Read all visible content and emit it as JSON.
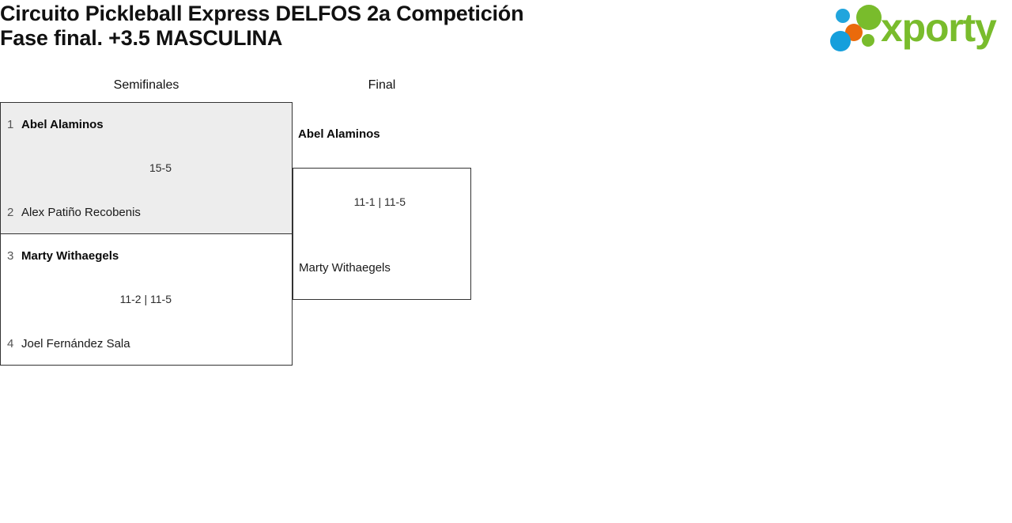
{
  "header": {
    "title": "Circuito Pickleball Express DELFOS 2a Competición\nFase final. +3.5 MASCULINA",
    "logo": {
      "wordmark": "xporty",
      "dots": [
        "blue-small-dot",
        "orange-dot",
        "blue-large-dot",
        "green-large-dot",
        "green-small-dot"
      ],
      "colors": {
        "green": "#79bc2c",
        "blue": "#159fdc",
        "orange": "#ea6a0b"
      }
    }
  },
  "bracket": {
    "highlight_color": "#ededed",
    "border_color": "#333333",
    "rounds": [
      {
        "name": "Semifinales"
      },
      {
        "name": "Final"
      }
    ],
    "matches": [
      {
        "round": "Semifinales",
        "highlighted": true,
        "score": "15-5",
        "players": [
          {
            "seed": "1",
            "name": "Abel Alaminos",
            "winner": true
          },
          {
            "seed": "2",
            "name": "Alex Patiño Recobenis",
            "winner": false
          }
        ]
      },
      {
        "round": "Semifinales",
        "highlighted": false,
        "score": "11-2 | 11-5",
        "players": [
          {
            "seed": "3",
            "name": "Marty Withaegels",
            "winner": true
          },
          {
            "seed": "4",
            "name": "Joel Fernández Sala",
            "winner": false
          }
        ]
      },
      {
        "round": "Final",
        "highlighted": false,
        "score": "11-1 | 11-5",
        "players": [
          {
            "seed": "",
            "name": "Abel Alaminos",
            "winner": true
          },
          {
            "seed": "",
            "name": "Marty Withaegels",
            "winner": false
          }
        ]
      }
    ]
  }
}
